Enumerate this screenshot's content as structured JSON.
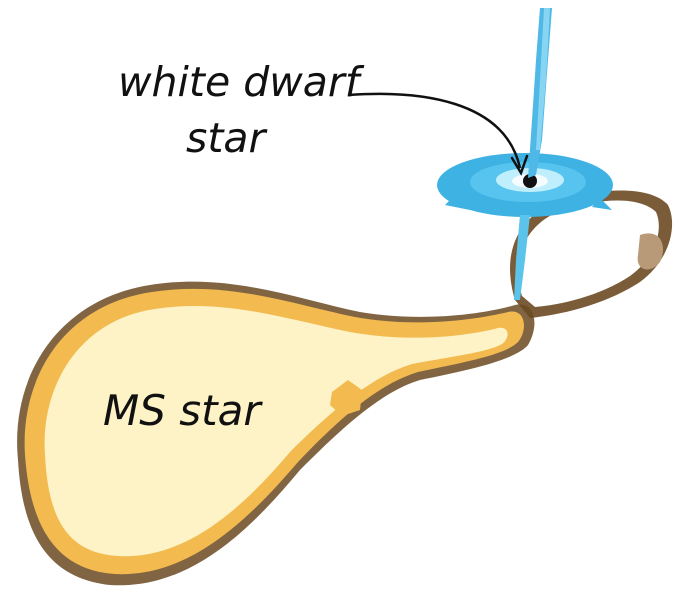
{
  "labels": {
    "white_dwarf_line1": "white dwarf",
    "white_dwarf_line2": "star",
    "ms_star": "MS star"
  },
  "colors": {
    "ms_star_fill": "#fdf3c6",
    "ms_star_rim": "#f3bb4f",
    "shadow": "#6b4a22",
    "disk": "#44b6e6",
    "disk_highlight": "#bfeefc",
    "stream": "#5cc3ea",
    "arrow": "#111111"
  },
  "icons": {
    "arrow": "curved-arrow-icon"
  }
}
